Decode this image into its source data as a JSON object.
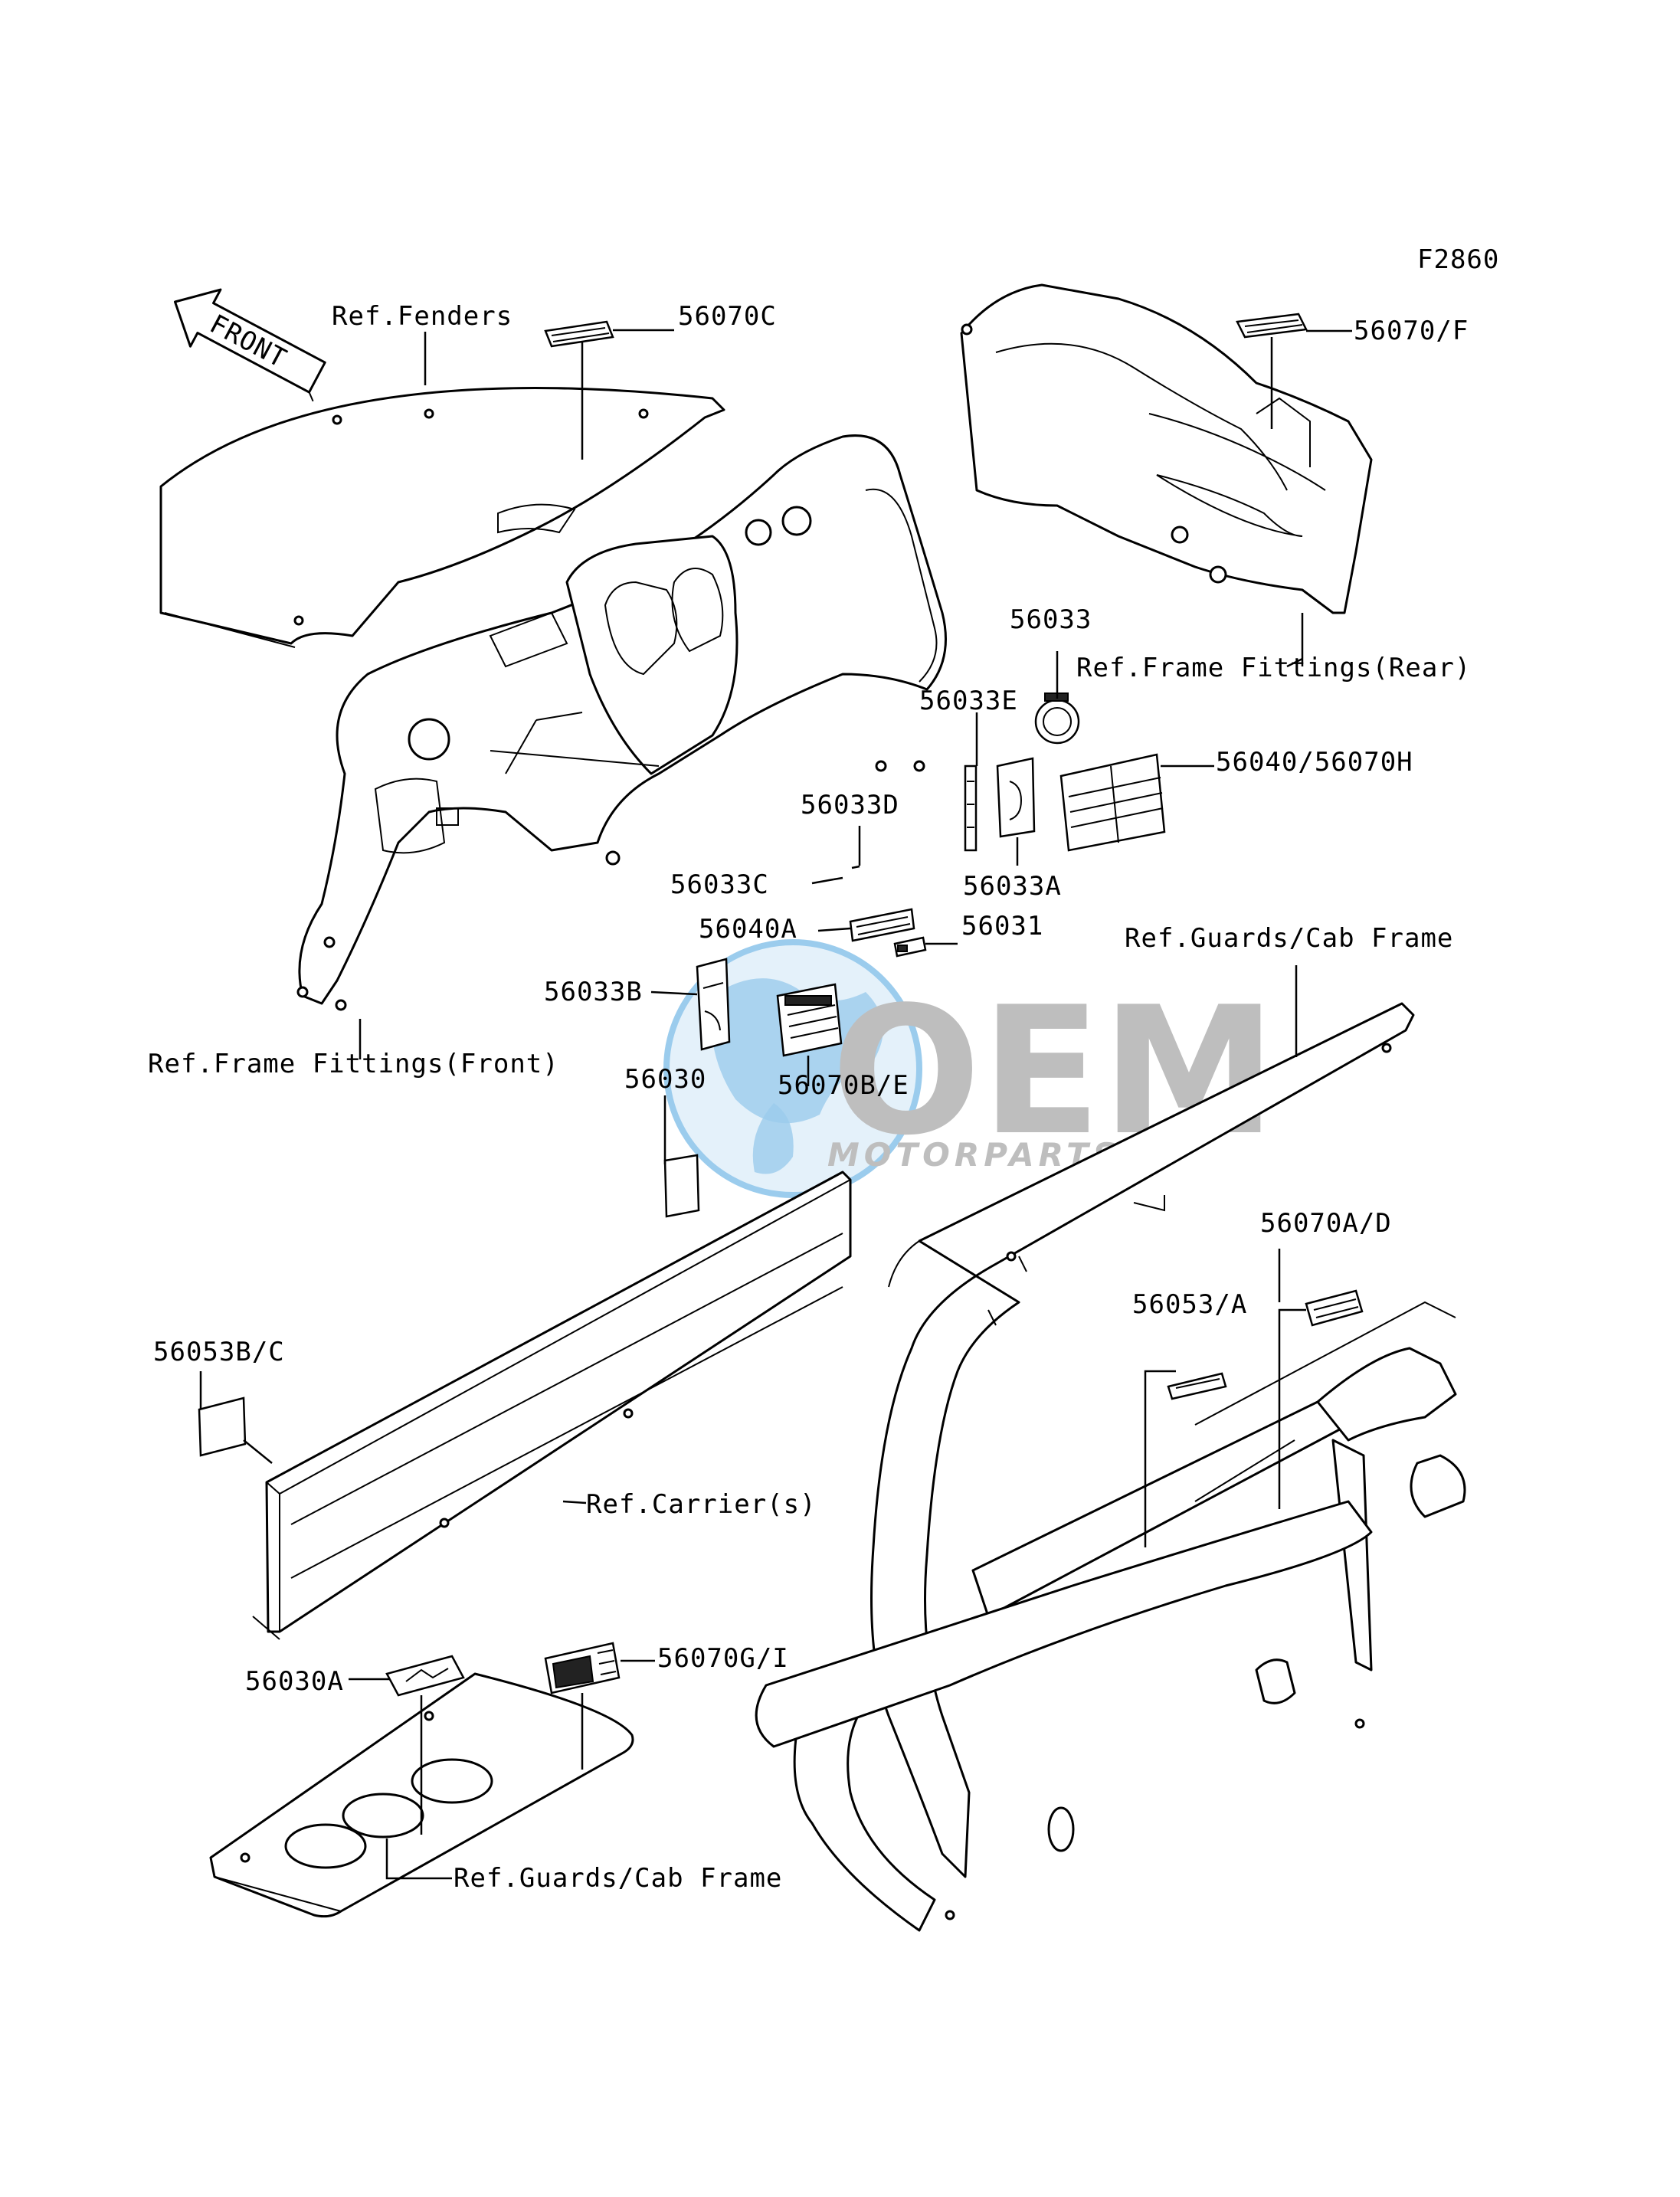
{
  "figure_id": "F2860",
  "front_label": "FRONT",
  "labels": {
    "ref_fenders": "Ref.Fenders",
    "p56070C": "56070C",
    "p56070F": "56070/F",
    "p56033": "56033",
    "ref_frame_rear": "Ref.Frame Fittings(Rear)",
    "p56033E": "56033E",
    "p56040_56070H": "56040/56070H",
    "p56033D": "56033D",
    "p56033C": "56033C",
    "p56033A": "56033A",
    "p56040A": "56040A",
    "p56031": "56031",
    "ref_guards_cab_1": "Ref.Guards/Cab Frame",
    "p56033B": "56033B",
    "ref_frame_front": "Ref.Frame Fittings(Front)",
    "p56030": "56030",
    "p56070BE": "56070B/E",
    "p56070AD": "56070A/D",
    "p56053A": "56053/A",
    "p56053BC": "56053B/C",
    "ref_carriers": "Ref.Carrier(s)",
    "p56030A": "56030A",
    "p56070GI": "56070G/I",
    "ref_guards_cab_2": "Ref.Guards/Cab Frame"
  },
  "watermark": {
    "brand": "OEM",
    "sub": "MOTORPARTS",
    "colors": {
      "globe": "#4aa3df",
      "letters": "#8a8a8a"
    }
  }
}
